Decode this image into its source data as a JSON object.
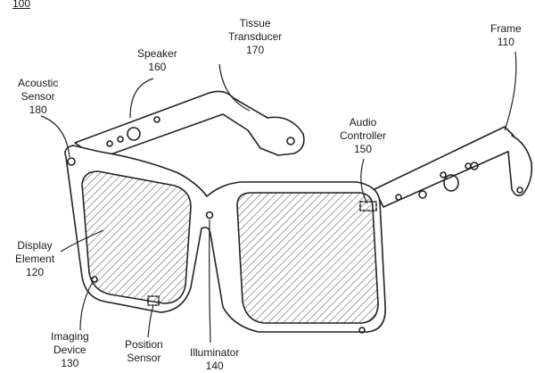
{
  "figure_number": "100",
  "labels": {
    "speaker": [
      "Speaker",
      "160"
    ],
    "tissue_transducer": [
      "Tissue",
      "Transducer",
      "170"
    ],
    "frame": [
      "Frame",
      "110"
    ],
    "acoustic_sensor": [
      "Acoustic",
      "Sensor",
      "180"
    ],
    "audio_controller": [
      "Audio",
      "Controller",
      "150"
    ],
    "display_element": [
      "Display",
      "Element",
      "120"
    ],
    "imaging_device": [
      "Imaging",
      "Device",
      "130"
    ],
    "position_sensor": [
      "Position",
      "Sensor"
    ],
    "illuminator": [
      "Illuminator",
      "140"
    ]
  }
}
